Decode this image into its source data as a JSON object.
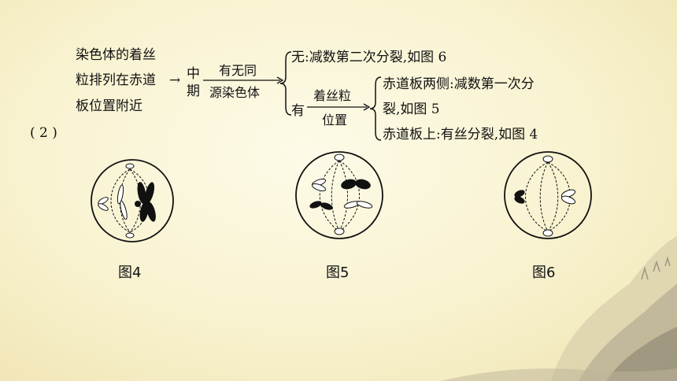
{
  "problem": {
    "number": "( 2 )",
    "condition_lines": [
      "染色体的着丝",
      "粒排列在赤道",
      "板位置附近"
    ],
    "arrow1": "→",
    "phase_top": "中",
    "phase_bottom": "期",
    "q1_top": "有无同",
    "q1_bottom": "源染色体",
    "branch_no": "无:减数第二次分裂,如图 6",
    "branch_yes": "有",
    "q2_top": "着丝粒",
    "q2_bottom": "位置",
    "sub1_line1": "赤道板两侧:减数第一次分",
    "sub1_line2": "裂,如图 5",
    "sub2": "赤道板上:有丝分裂,如图 4"
  },
  "figures": [
    {
      "caption": "图4"
    },
    {
      "caption": "图5"
    },
    {
      "caption": "图6"
    }
  ],
  "colors": {
    "background": "#f8f2cf",
    "ink": "#111111",
    "landscape": "#9a9a8a"
  }
}
